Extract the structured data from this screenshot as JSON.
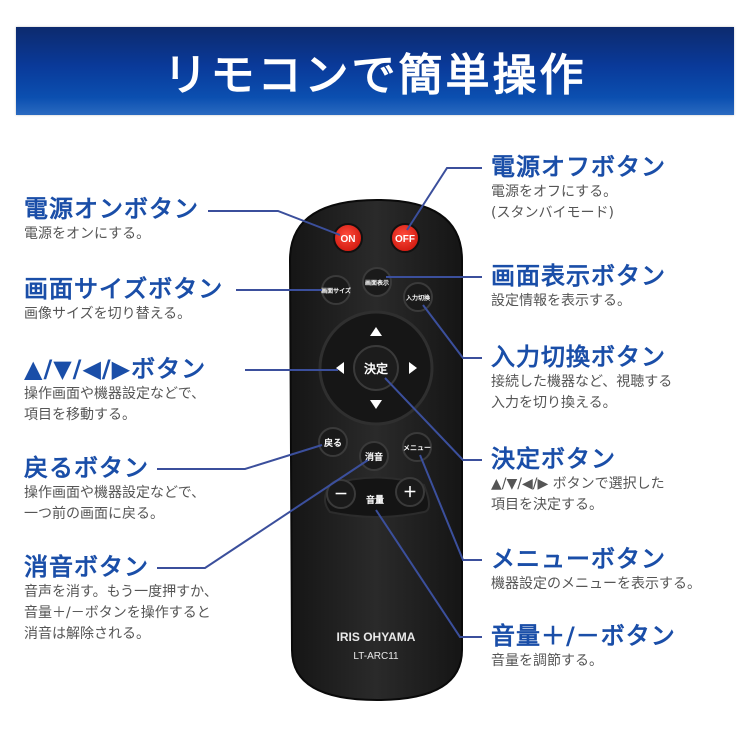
{
  "banner": {
    "title": "リモコンで簡単操作"
  },
  "colors": {
    "banner_top": "#0c2a6e",
    "banner_bottom": "#2a6ac0",
    "label_title": "#1a4ea8",
    "label_desc": "#555555",
    "leader_line": "#3b4f9c",
    "remote_body": "#1e1e1e",
    "power_button": "#e8261a"
  },
  "labels_left": [
    {
      "id": "power-on",
      "title": "電源オンボタン",
      "desc": [
        "電源をオンにする。"
      ]
    },
    {
      "id": "screen-size",
      "title": "画面サイズボタン",
      "desc": [
        "画像サイズを切り替える。"
      ]
    },
    {
      "id": "arrows",
      "title": "▲/▼/◀/▶ボタン",
      "desc": [
        "操作画面や機器設定などで、",
        "項目を移動する。"
      ]
    },
    {
      "id": "back",
      "title": "戻るボタン",
      "desc": [
        "操作画面や機器設定などで、",
        "一つ前の画面に戻る。"
      ]
    },
    {
      "id": "mute",
      "title": "消音ボタン",
      "desc": [
        "音声を消す。もう一度押すか、",
        "音量＋/－ボタンを操作すると",
        "消音は解除される。"
      ]
    }
  ],
  "labels_right": [
    {
      "id": "power-off",
      "title": "電源オフボタン",
      "desc": [
        "電源をオフにする。",
        "(スタンバイモード)"
      ]
    },
    {
      "id": "display-info",
      "title": "画面表示ボタン",
      "desc": [
        "設定情報を表示する。"
      ]
    },
    {
      "id": "input-switch",
      "title": "入力切換ボタン",
      "desc": [
        "接続した機器など、視聴する",
        "入力を切り換える。"
      ]
    },
    {
      "id": "enter",
      "title": "決定ボタン",
      "desc": [
        "▲/▼/◀/▶ ボタンで選択した",
        "項目を決定する。"
      ]
    },
    {
      "id": "menu",
      "title": "メニューボタン",
      "desc": [
        "機器設定のメニューを表示する。"
      ]
    },
    {
      "id": "volume",
      "title": "音量＋/－ボタン",
      "desc": [
        "音量を調節する。"
      ]
    }
  ],
  "remote": {
    "on": "ON",
    "off": "OFF",
    "screen_size": "画面サイズ",
    "display": "画面表示",
    "input": "入力切換",
    "enter": "決定",
    "up": "▲",
    "down": "▼",
    "left": "◀",
    "right": "▶",
    "back": "戻る",
    "mute": "消音",
    "menu": "メニュー",
    "minus": "－",
    "plus": "＋",
    "volume": "音量",
    "brand": "IRIS OHYAMA",
    "model": "LT-ARC11"
  }
}
